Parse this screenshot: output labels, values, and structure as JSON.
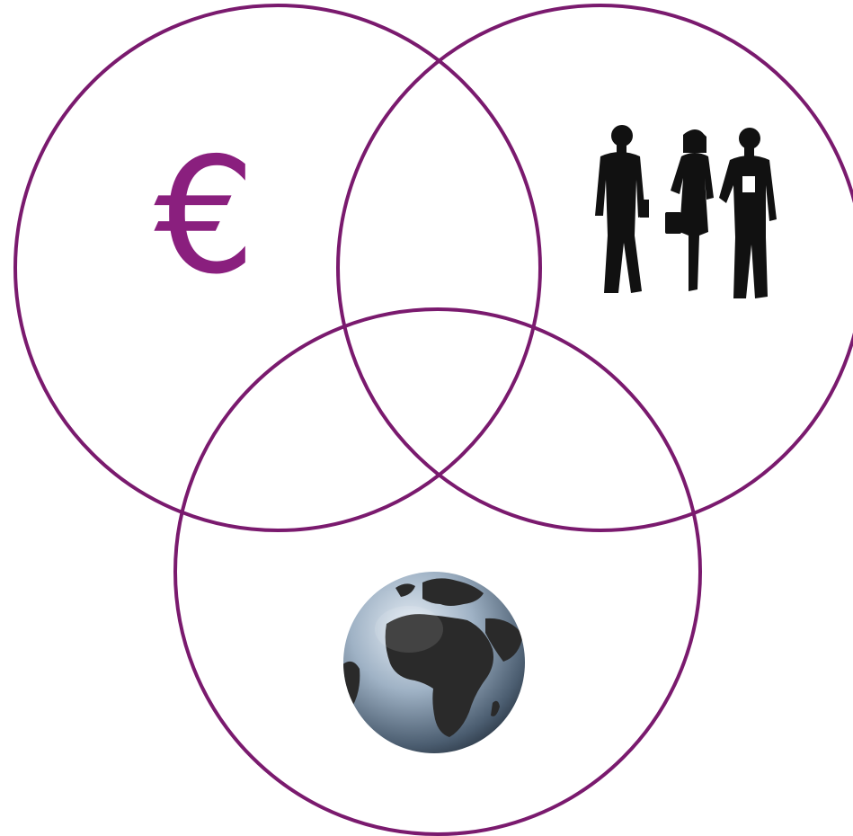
{
  "diagram": {
    "type": "venn",
    "circle_color": "#7a1a6e",
    "circles": [
      {
        "id": "money",
        "icon": "euro-icon"
      },
      {
        "id": "people",
        "icon": "people-silhouette-icon"
      },
      {
        "id": "planet",
        "icon": "globe-icon"
      }
    ],
    "euro_symbol": "€",
    "icon_colors": {
      "euro": "#8a1f7e",
      "people": "#111111",
      "globe_ocean": "#8fa4b8",
      "globe_land": "#2a2a2a"
    }
  }
}
